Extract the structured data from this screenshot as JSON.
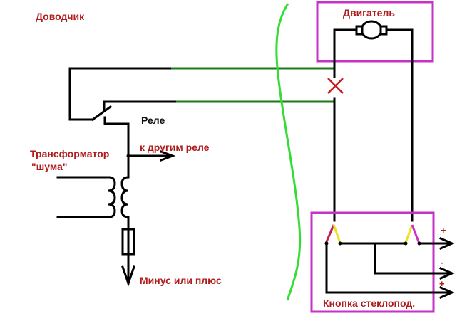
{
  "diagram": {
    "title": "Доводчик",
    "labels": {
      "relay": "Реле",
      "to_other_relays": "к другим реле",
      "transformer_line1": "Трансформатор",
      "transformer_line2": "\"шума\"",
      "minus_or_plus": "Минус или плюс",
      "motor": "Двигатель",
      "window_button": "Кнопка стеклопод."
    },
    "terminal_signs": [
      "+",
      "-",
      "+"
    ],
    "break_marker": "×",
    "colors": {
      "label_red": "#b01c1c",
      "wire": "#000000",
      "green_wire": "#1a7a1a",
      "boundary_curve": "#33dd33",
      "box_magenta": "#c532c5",
      "switch_red": "#c0205a",
      "switch_yellow": "#f0e020",
      "switch_magenta": "#d030c0",
      "cross_red": "#c02020"
    }
  }
}
